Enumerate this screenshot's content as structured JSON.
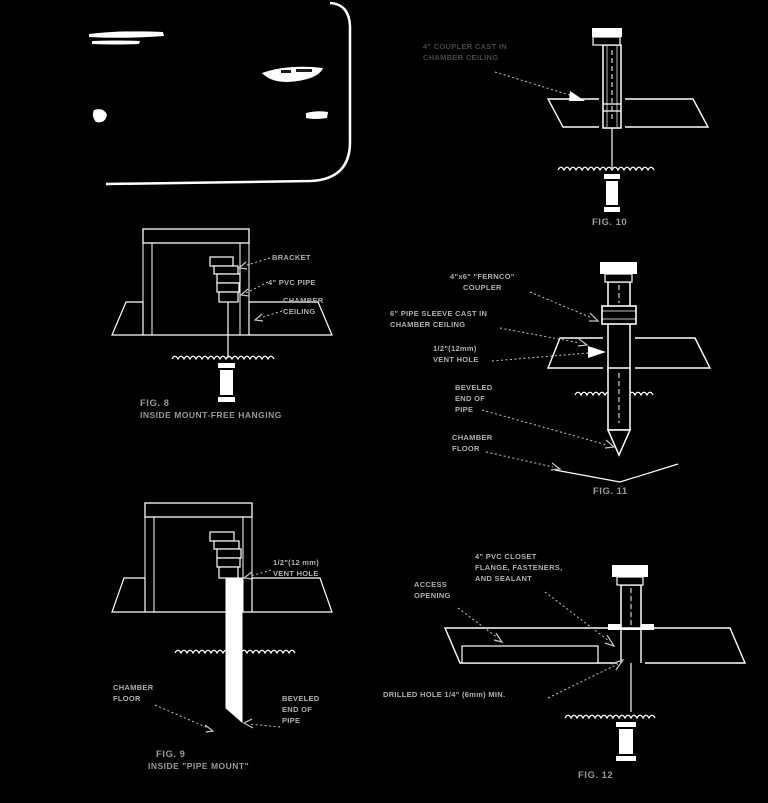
{
  "page": {
    "title": "Sensor mounting details - figure sheet",
    "colors": {
      "background": "#000000",
      "line": "#ffffff",
      "leader": "#c8c8c8",
      "label": "#b0b0b0",
      "dim_label": "#474747",
      "caption": "#9a9a9a"
    }
  },
  "figures": {
    "fig8": {
      "caption": "FIG. 8",
      "subcaption": "INSIDE MOUNT-FREE HANGING",
      "labels": {
        "bracket": "BRACKET",
        "pipe": "4\" PVC PIPE",
        "ceiling_1": "CHAMBER",
        "ceiling_2": "CEILING"
      }
    },
    "fig9": {
      "caption": "FIG. 9",
      "subcaption": "INSIDE \"PIPE MOUNT\"",
      "labels": {
        "vent_1": "1/2\"(12 mm)",
        "vent_2": "VENT HOLE",
        "floor_1": "CHAMBER",
        "floor_2": "FLOOR",
        "beveled_1": "BEVELED",
        "beveled_2": "END OF",
        "beveled_3": "PIPE"
      }
    },
    "fig10": {
      "caption": "FIG. 10",
      "labels": {
        "coupler_1": "4\" COUPLER CAST IN",
        "coupler_2": "CHAMBER CEILING"
      }
    },
    "fig11": {
      "caption": "FIG. 11",
      "labels": {
        "fernco_1": "4\"x6\" \"FERNCO\"",
        "fernco_2": "COUPLER",
        "sleeve_1": "6\" PIPE SLEEVE CAST IN",
        "sleeve_2": "CHAMBER CEILING",
        "vent_1": "1/2\"(12mm)",
        "vent_2": "VENT HOLE",
        "beveled_1": "BEVELED",
        "beveled_2": "END OF",
        "beveled_3": "PIPE",
        "floor_1": "CHAMBER",
        "floor_2": "FLOOR"
      }
    },
    "fig12": {
      "caption": "FIG. 12",
      "labels": {
        "flange_1": "4\" PVC CLOSET",
        "flange_2": "FLANGE, FASTENERS,",
        "flange_3": "AND SEALANT",
        "access_1": "ACCESS",
        "access_2": "OPENING",
        "drilled": "DRILLED HOLE 1/4\" (6mm) MIN."
      }
    }
  }
}
